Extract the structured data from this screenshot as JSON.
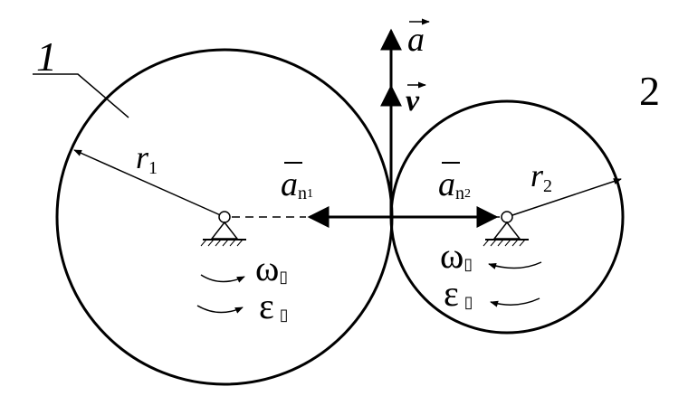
{
  "labels": {
    "wheel1": "1",
    "wheel2": "2",
    "r1": "r",
    "r1_sub": "1",
    "r2": "r",
    "r2_sub": "2",
    "a": "a",
    "v": "v",
    "an1": "a",
    "an1_sub": "n",
    "an1_subsub": "1",
    "an2": "a",
    "an2_sub": "n",
    "an2_subsub": "2",
    "omega1": "ω",
    "omega2": "ω",
    "eps1": "ε",
    "eps2": "ε",
    "placeholder_glyph": "▯"
  }
}
